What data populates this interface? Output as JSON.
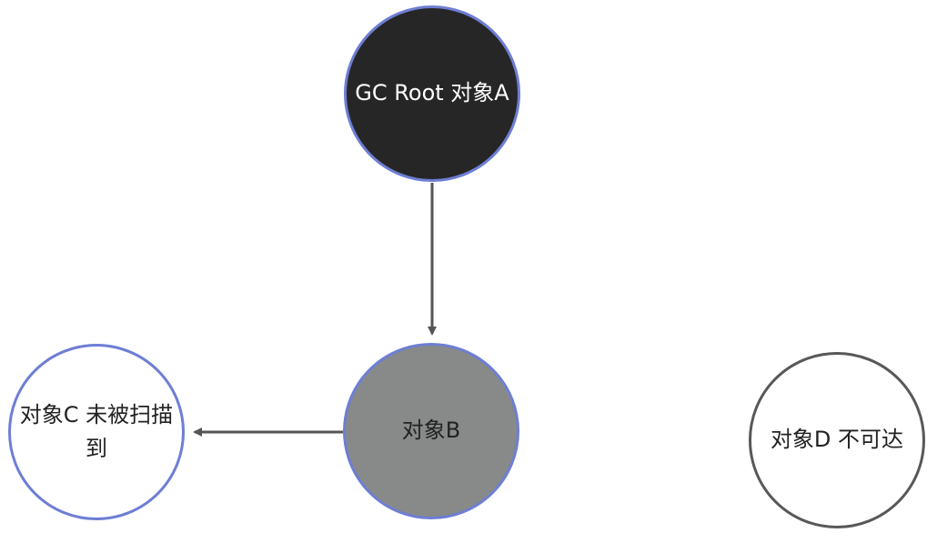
{
  "diagram": {
    "nodes": {
      "a": {
        "label": "GC Root 对象A"
      },
      "b": {
        "label": "对象B"
      },
      "c": {
        "label": "对象C 未被扫描到"
      },
      "d": {
        "label": "对象D 不可达"
      }
    },
    "edges": [
      {
        "from": "a",
        "to": "b"
      },
      {
        "from": "b",
        "to": "c"
      }
    ],
    "colors": {
      "root_fill": "#262626",
      "scanned_fill": "#878a88",
      "unscanned_fill": "#ffffff",
      "highlight_border": "#6e7ed4",
      "unreachable_border": "#585858",
      "edge": "#555555"
    }
  }
}
